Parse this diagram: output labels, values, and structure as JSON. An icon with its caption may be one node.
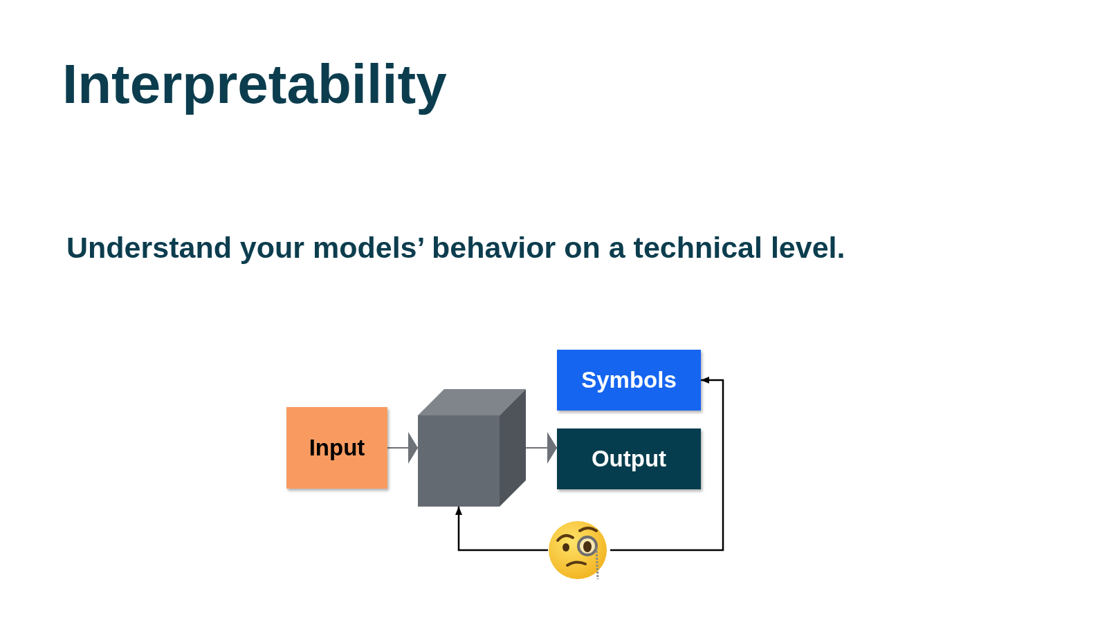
{
  "diagram": {
    "title": "Interpretability",
    "nodes": [
      {
        "text": [
          "Input"
        ]
      },
      {
        "text": [],
        "shape": "cube"
      },
      {
        "text": [
          "Symbols"
        ]
      },
      {
        "text": [
          "Output"
        ]
      },
      {
        "text": [],
        "shape": "picture"
      }
    ],
    "edges": [
      {
        "from": 0,
        "to": 1,
        "arrow": "to",
        "color": "#6d7178"
      },
      {
        "from": 1,
        "to": 3,
        "arrow": "to",
        "color": "#6d7178"
      },
      {
        "from": 4,
        "to": 1,
        "arrow": "to",
        "color": "#000000"
      },
      {
        "from": 4,
        "to": 2,
        "arrow": "to",
        "color": "#000000"
      }
    ],
    "labels": [
      "Understand your models’ behavior on a technical level."
    ]
  }
}
